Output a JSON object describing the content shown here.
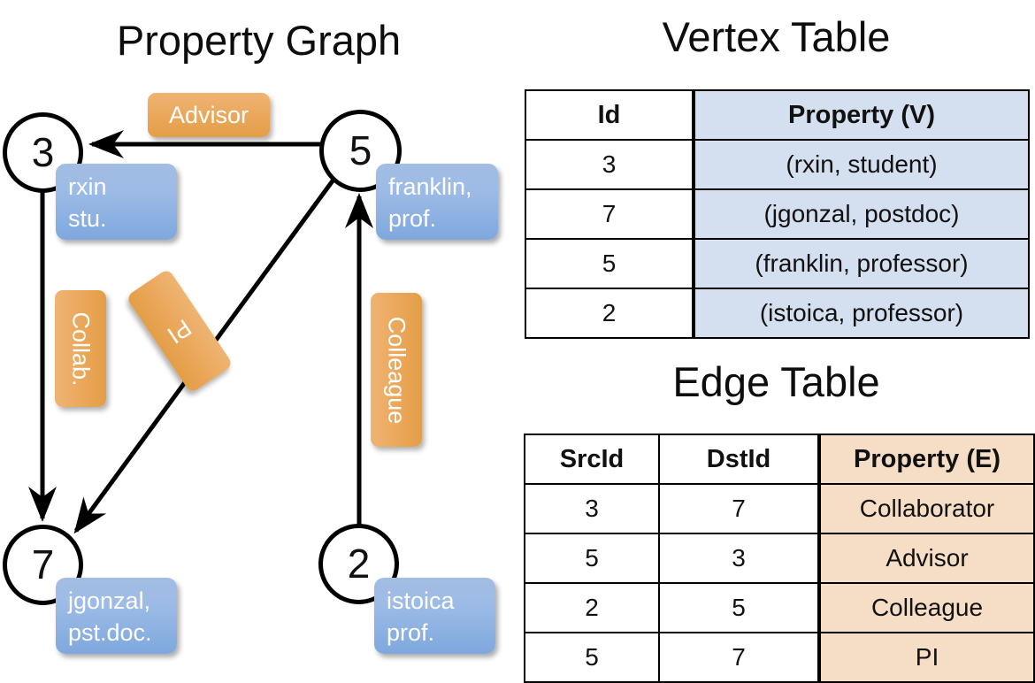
{
  "graph": {
    "title": "Property Graph",
    "nodes": [
      {
        "id": "3",
        "property_lines": [
          "rxin",
          "stu."
        ]
      },
      {
        "id": "5",
        "property_lines": [
          "franklin,",
          "prof."
        ]
      },
      {
        "id": "7",
        "property_lines": [
          "jgonzal,",
          "pst.doc."
        ]
      },
      {
        "id": "2",
        "property_lines": [
          "istoica",
          "prof."
        ]
      }
    ],
    "edge_labels": [
      {
        "name": "advisor",
        "text": "Advisor"
      },
      {
        "name": "collab",
        "text": "Collab."
      },
      {
        "name": "pi",
        "text": "PI"
      },
      {
        "name": "colleague",
        "text": "Colleague"
      }
    ]
  },
  "vertex_table": {
    "title": "Vertex Table",
    "columns": [
      "Id",
      "Property (V)"
    ],
    "rows": [
      [
        "3",
        "(rxin, student)"
      ],
      [
        "7",
        "(jgonzal, postdoc)"
      ],
      [
        "5",
        "(franklin, professor)"
      ],
      [
        "2",
        "(istoica, professor)"
      ]
    ]
  },
  "edge_table": {
    "title": "Edge Table",
    "columns": [
      "SrcId",
      "DstId",
      "Property (E)"
    ],
    "rows": [
      [
        "3",
        "7",
        "Collaborator"
      ],
      [
        "5",
        "3",
        "Advisor"
      ],
      [
        "2",
        "5",
        "Colleague"
      ],
      [
        "5",
        "7",
        "PI"
      ]
    ]
  },
  "colors": {
    "vertex_property_fill": "#d4dfef",
    "edge_property_fill": "#f6dec6",
    "node_property_box": "#8fb2e0",
    "edge_label_box": "#eaa75a",
    "stroke": "#000000"
  }
}
